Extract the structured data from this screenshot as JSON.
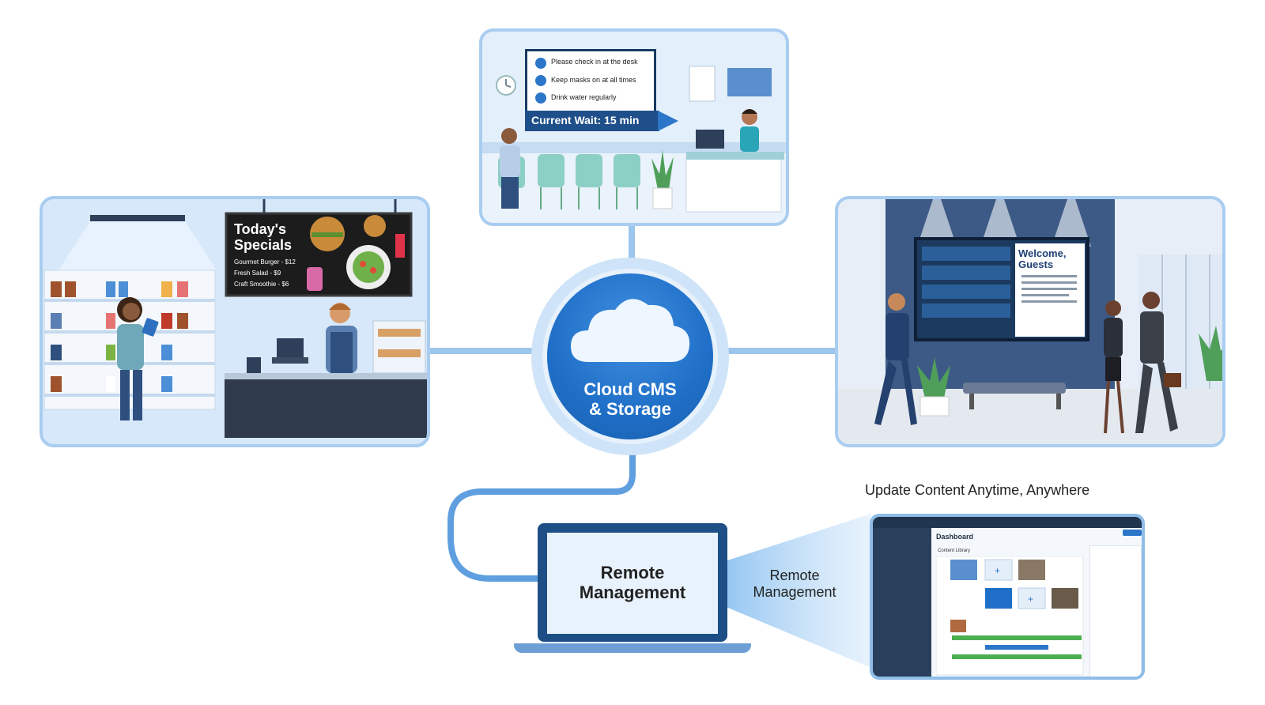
{
  "hub": {
    "line1": "Cloud CMS",
    "line2": "& Storage"
  },
  "clinic": {
    "notices": [
      "Please check in at the desk",
      "Keep masks on at all times",
      "Drink water regularly"
    ],
    "wait_banner": "Current Wait: 15 min"
  },
  "retail": {
    "specials_title_1": "Today's",
    "specials_title_2": "Specials"
  },
  "lobby": {
    "welcome_1": "Welcome,",
    "welcome_2": "Guests"
  },
  "laptop": {
    "line1": "Remote",
    "line2": "Management"
  },
  "beam_label": {
    "line1": "Remote",
    "line2": "Management"
  },
  "dashboard": {
    "caption": "Update Content Anytime, Anywhere",
    "title": "Dashboard",
    "section": "Content Library"
  },
  "colors": {
    "accent": "#1f6fc8",
    "panel_border": "#a9cdf0",
    "connector": "#9cc6ec"
  }
}
